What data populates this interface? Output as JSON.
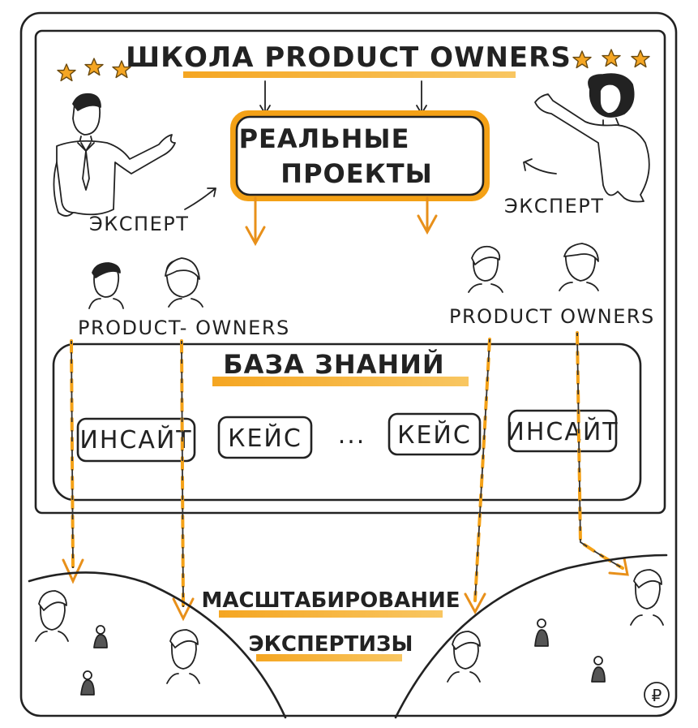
{
  "title": "ШКОЛА PRODUCT OWNERS",
  "projects_box": {
    "line1": "РЕАЛЬНЫЕ",
    "line2": "ПРОЕКТЫ"
  },
  "expert_left": "ЭКСПЕРТ",
  "expert_right": "ЭКСПЕРТ",
  "po_left": "PRODUCT- OWNERS",
  "po_right": "PRODUCT OWNERS",
  "knowledge_base": {
    "title": "БАЗА ЗНАНИЙ",
    "items": [
      "ИНСАЙТ",
      "КЕЙС",
      "...",
      "КЕЙС",
      "ИНСАЙТ"
    ]
  },
  "scaling": {
    "line1": "МАСШТАБИРОВАНИЕ",
    "line2": "ЭКСПЕРТИЗЫ"
  },
  "currency_symbol": "₽",
  "colors": {
    "accent": "#f4a116",
    "ink": "#222222",
    "star": "#f5a623"
  }
}
